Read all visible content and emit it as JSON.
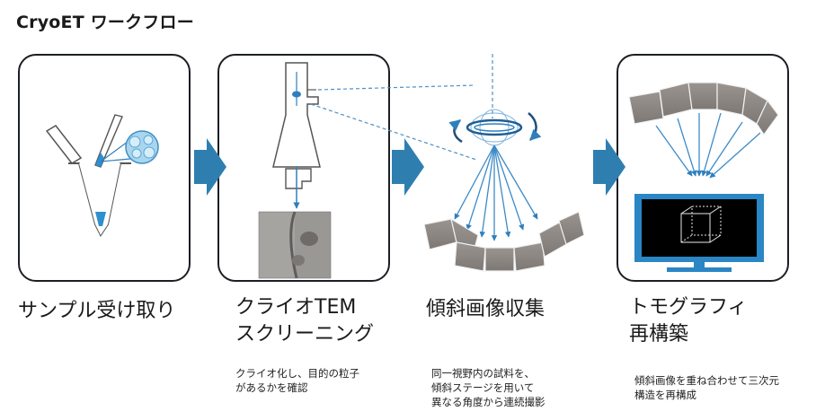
{
  "title": "CryoET ワークフロー",
  "steps": [
    {
      "title_lines": [
        "サンプル受け取り"
      ],
      "description_lines": []
    },
    {
      "title_lines": [
        "クライオTEM",
        "スクリーニング"
      ],
      "description_lines": [
        "クライオ化し、目的の粒子",
        "があるかを確認"
      ]
    },
    {
      "title_lines": [
        "傾斜画像収集"
      ],
      "description_lines": [
        "同一視野内の試料を、",
        "傾斜ステージを用いて",
        "異なる角度から連続撮影"
      ]
    },
    {
      "title_lines": [
        "トモグラフィ",
        "再構築"
      ],
      "description_lines": [
        "傾斜画像を重ね合わせて三次元",
        "構造を再構成"
      ]
    }
  ],
  "colors": {
    "arrow": "#2e7fb0",
    "ray": "#3d8bc7",
    "tile": "#8f8a86",
    "monitor": "#2a86c4"
  }
}
